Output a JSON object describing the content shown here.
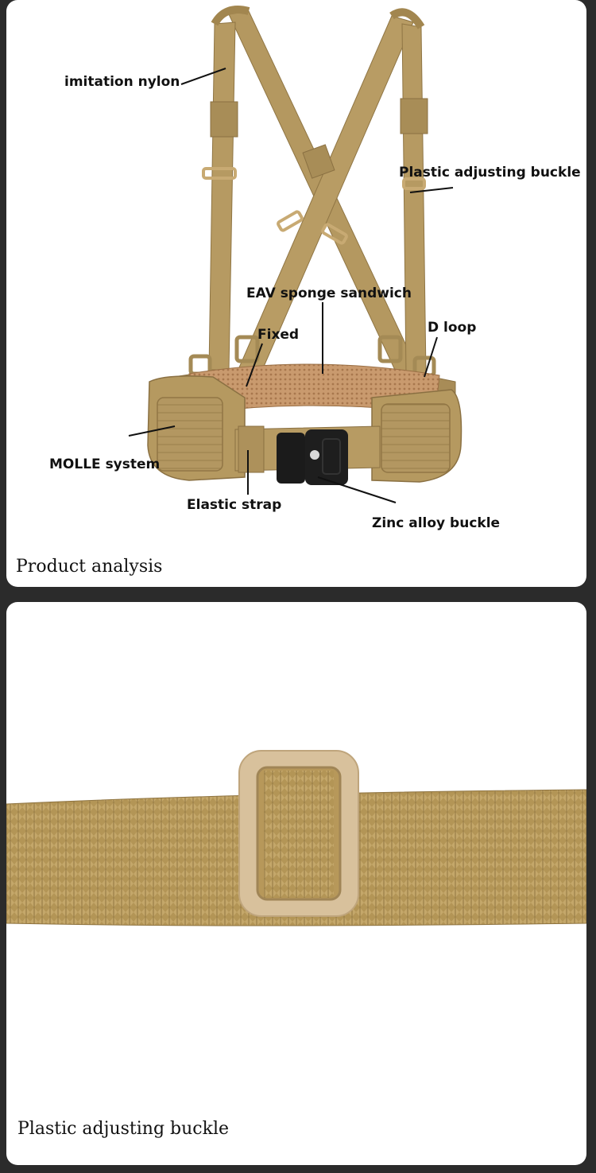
{
  "panel1": {
    "caption": "Product analysis",
    "callouts": {
      "imitation_nylon": "imitation nylon",
      "plastic_adjusting_buckle": "Plastic adjusting buckle",
      "eav_sponge_sandwich": "EAV sponge sandwich",
      "fixed": "Fixed",
      "d_loop": "D loop",
      "molle_system": "MOLLE system",
      "elastic_strap": "Elastic strap",
      "zinc_alloy_buckle": "Zinc alloy buckle"
    }
  },
  "panel2": {
    "caption": "Plastic adjusting buckle"
  },
  "colors": {
    "background": "#2b2b2b",
    "panel": "#ffffff",
    "nylon_khaki": "#b69a62",
    "nylon_dark": "#9a7f4c",
    "buckle_plastic": "#d6bf98",
    "metal_buckle": "#1b1b1b"
  }
}
